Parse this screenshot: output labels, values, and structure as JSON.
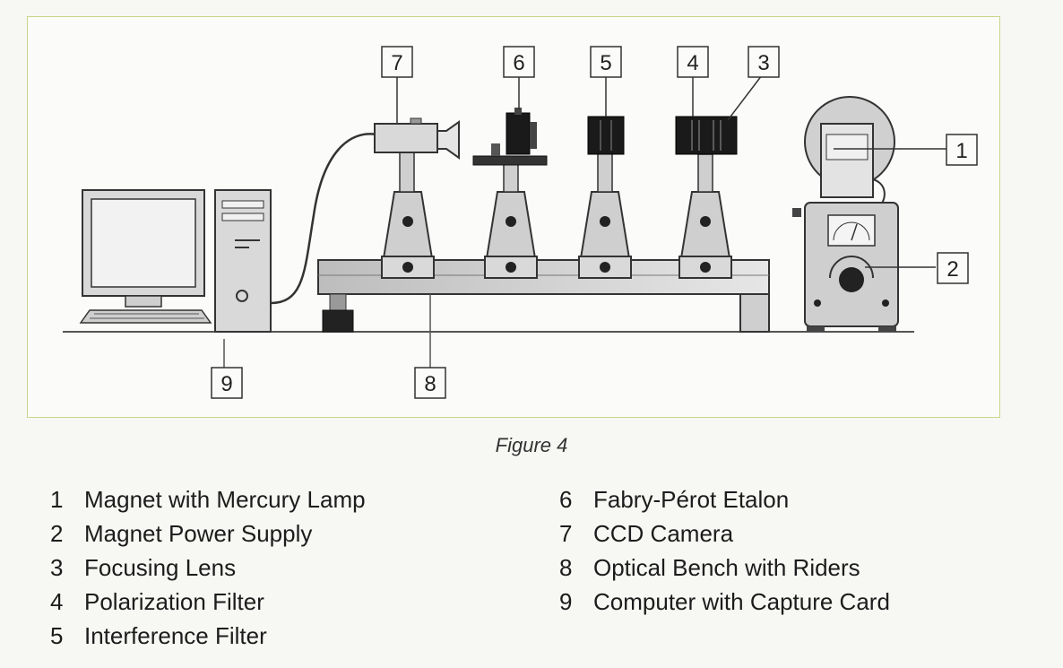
{
  "callouts": [
    "1",
    "2",
    "3",
    "4",
    "5",
    "6",
    "7",
    "8",
    "9"
  ],
  "caption": "Figure 4",
  "legend_left": [
    {
      "num": "1",
      "label": "Magnet with Mercury Lamp"
    },
    {
      "num": "2",
      "label": "Magnet Power Supply"
    },
    {
      "num": "3",
      "label": "Focusing Lens"
    },
    {
      "num": "4",
      "label": "Polarization Filter"
    },
    {
      "num": "5",
      "label": "Interference Filter"
    }
  ],
  "legend_right": [
    {
      "num": "6",
      "label": "Fabry-Pérot Etalon"
    },
    {
      "num": "7",
      "label": "CCD Camera"
    },
    {
      "num": "8",
      "label": "Optical Bench with Riders"
    },
    {
      "num": "9",
      "label": "Computer with Capture Card"
    }
  ],
  "colors": {
    "frame": "#c9d58a",
    "equipment": "#d9d9d9",
    "dark": "#1a1a1a",
    "line": "#555555"
  }
}
